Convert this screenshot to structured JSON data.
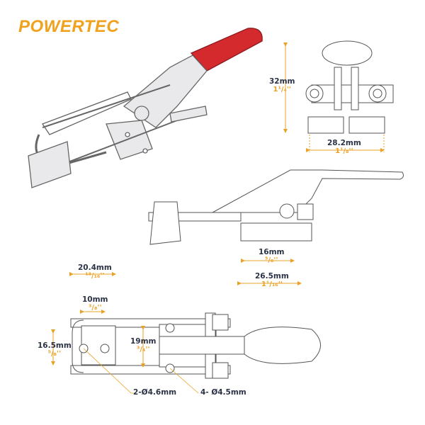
{
  "brand": {
    "logo_text": "POWERTEC",
    "color": "#f0a21e"
  },
  "colors": {
    "dimension": "#e9a227",
    "text": "#2b3346",
    "handle": "#d42a2e",
    "outline": "#555555"
  },
  "dimensions": {
    "front_height": {
      "mm": "32mm",
      "inch": "1¹/₄''"
    },
    "front_width": {
      "mm": "28.2mm",
      "inch": "1¹/₈''"
    },
    "side_hole_spacing": {
      "mm": "16mm",
      "inch": "⁵/₈''"
    },
    "side_base_length": {
      "mm": "26.5mm",
      "inch": "1¹/₁₆''"
    },
    "top_hook_width": {
      "mm": "20.4mm",
      "inch": "¹³/₁₆''"
    },
    "top_hook_hole_spacing": {
      "mm": "10mm",
      "inch": "³/₈''"
    },
    "top_hook_height": {
      "mm": "16.5mm",
      "inch": "⁵/₈''"
    },
    "top_base_hole_spacing": {
      "mm": "19mm",
      "inch": "³/₄''"
    },
    "hook_holes": {
      "label": "2-Ø4.6mm"
    },
    "base_holes": {
      "label": "4- Ø4.5mm"
    }
  }
}
